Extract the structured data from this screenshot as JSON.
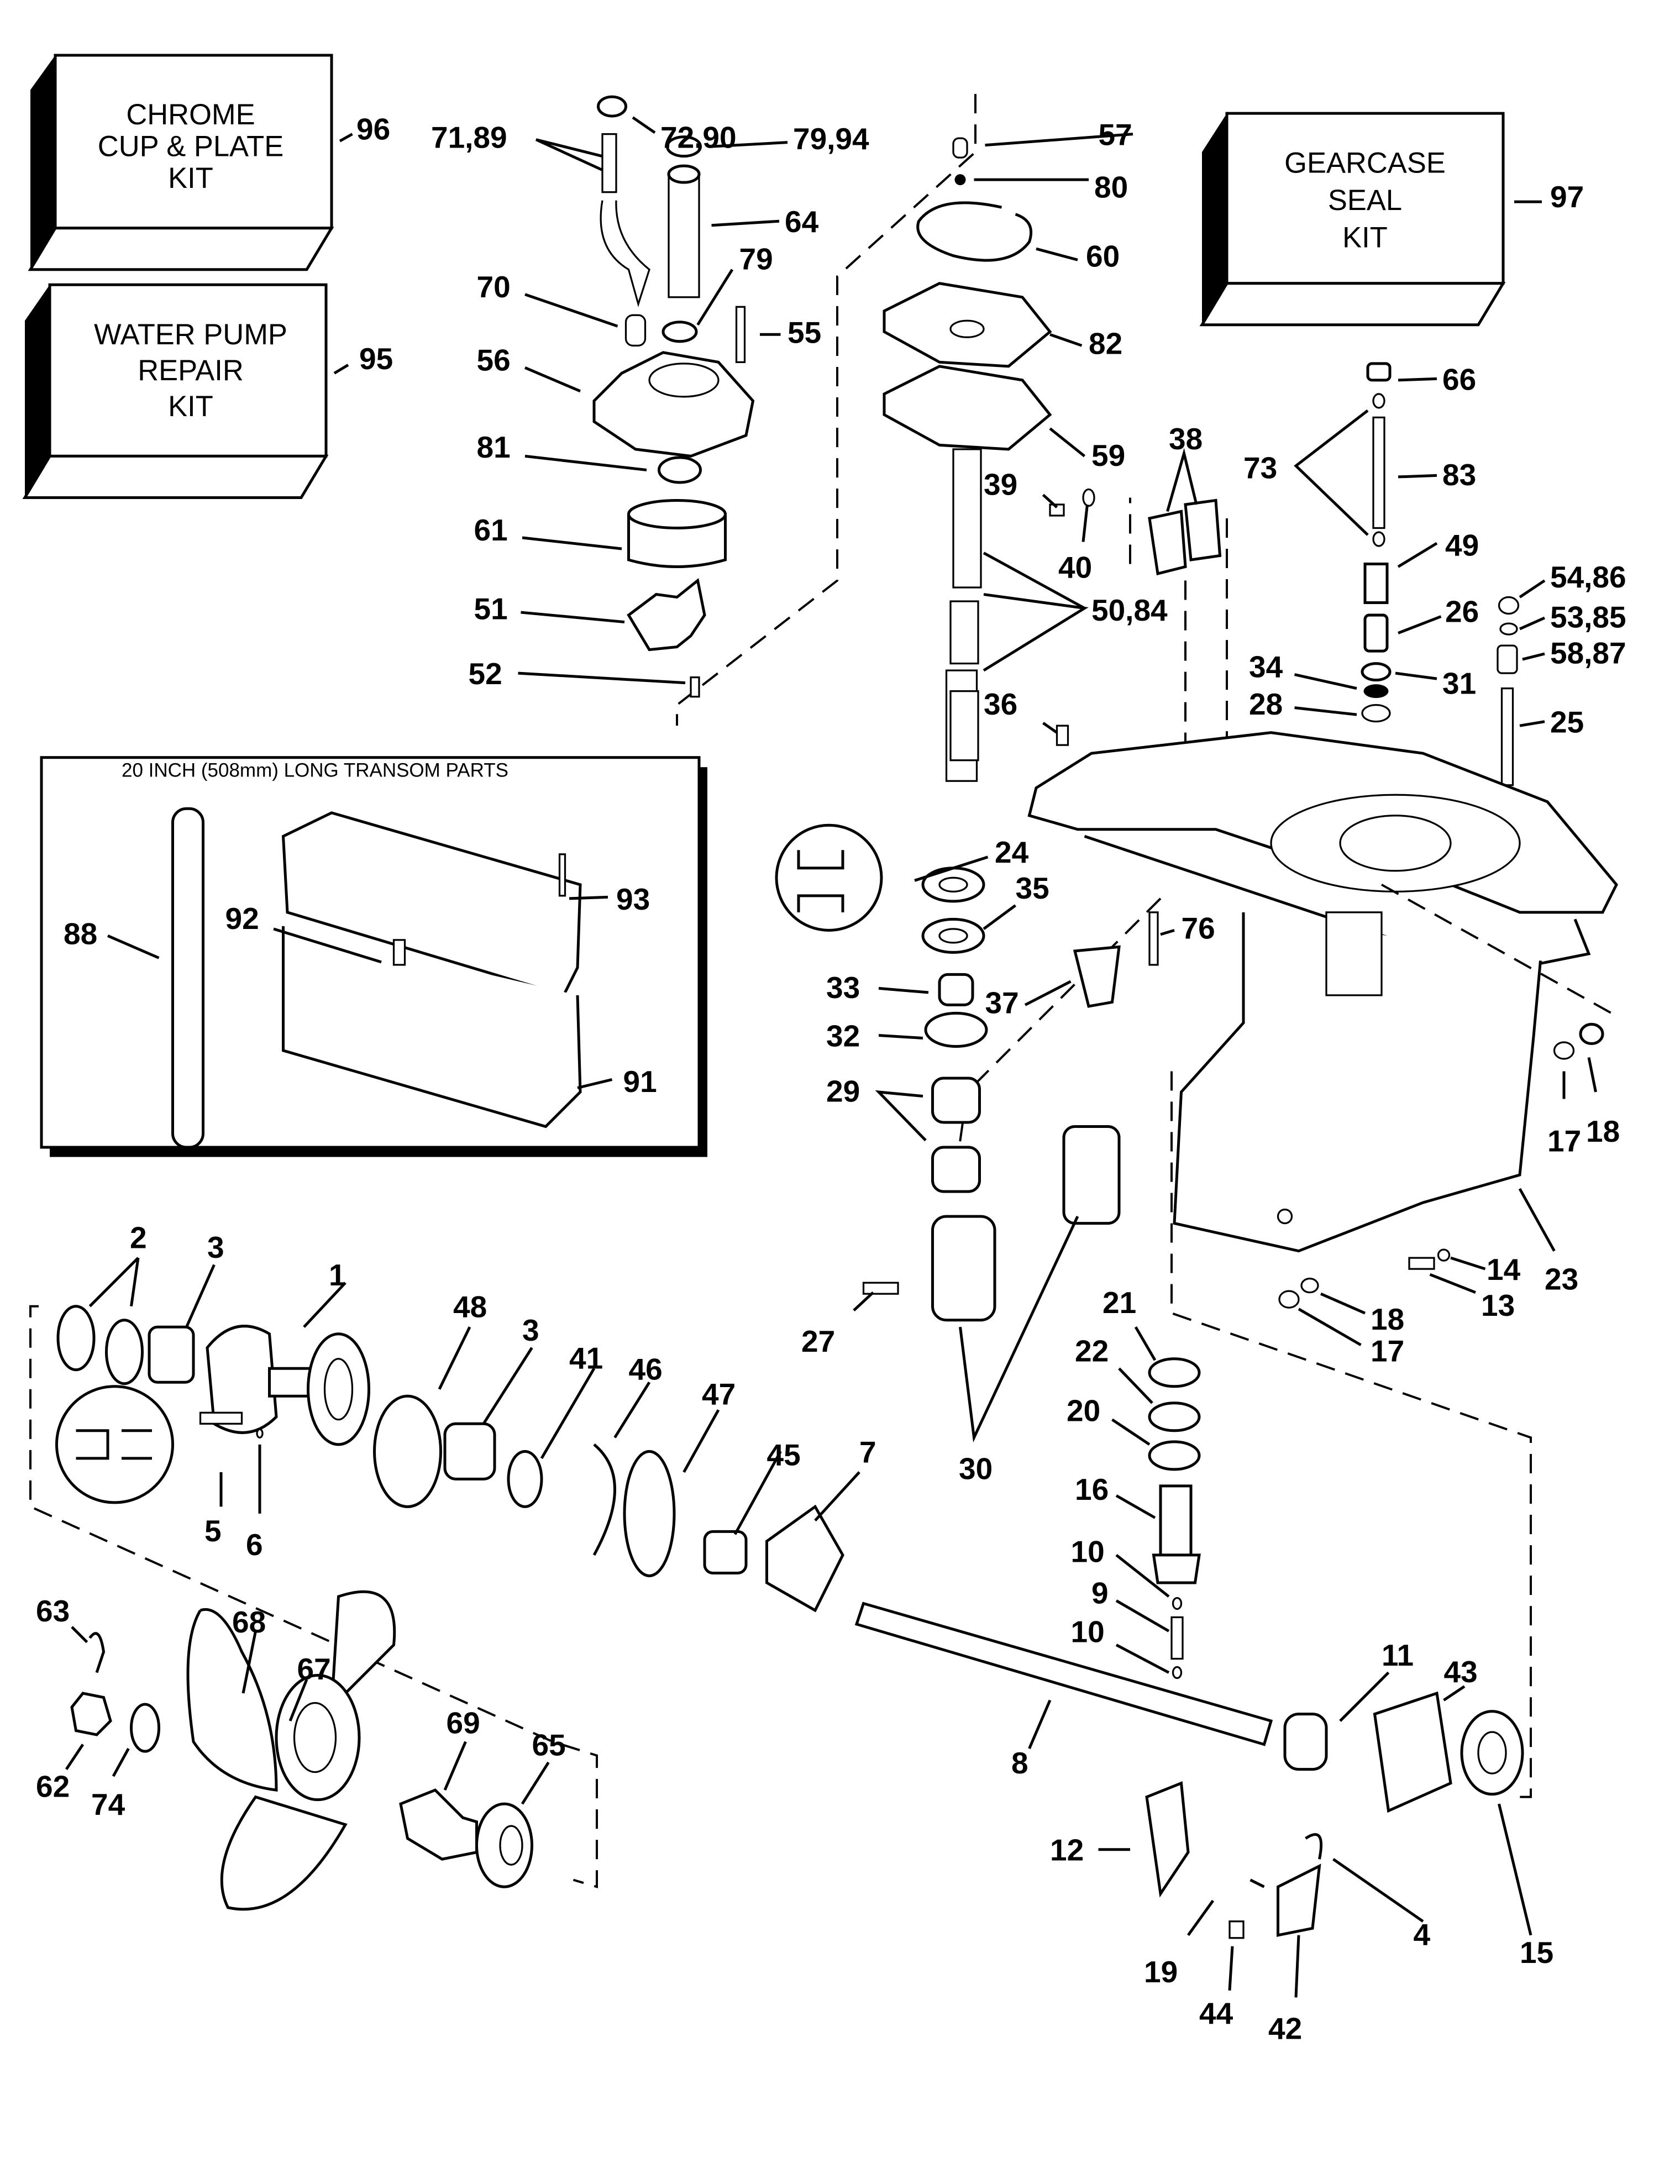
{
  "kits": [
    {
      "id": "chrome-cup-plate-kit",
      "lines": [
        "CHROME",
        "CUP & PLATE",
        "KIT"
      ],
      "ref": "96"
    },
    {
      "id": "water-pump-repair-kit",
      "lines": [
        "WATER PUMP",
        "REPAIR",
        "KIT"
      ],
      "ref": "95"
    },
    {
      "id": "gearcase-seal-kit",
      "lines": [
        "GEARCASE",
        "SEAL",
        "KIT"
      ],
      "ref": "97"
    }
  ],
  "inset": {
    "title": "20 INCH (508mm) LONG TRANSOM PARTS",
    "labels": [
      "88",
      "92",
      "93",
      "91"
    ]
  },
  "callouts": {
    "c72_90": "72,90",
    "c71_89": "71,89",
    "c79_94": "79,94",
    "c64": "64",
    "c79": "79",
    "c70": "70",
    "c55": "55",
    "c56": "56",
    "c81": "81",
    "c61": "61",
    "c51": "51",
    "c52": "52",
    "c57": "57",
    "c80": "80",
    "c60": "60",
    "c82": "82",
    "c59": "59",
    "c39": "39",
    "c40": "40",
    "c38": "38",
    "c50_84": "50,84",
    "c36": "36",
    "c66": "66",
    "c73": "73",
    "c83": "83",
    "c49": "49",
    "c54_86": "54,86",
    "c26": "26",
    "c53_85": "53,85",
    "c34": "34",
    "c31": "31",
    "c58_87": "58,87",
    "c28": "28",
    "c25": "25",
    "c24": "24",
    "c35": "35",
    "c76": "76",
    "c33": "33",
    "c37": "37",
    "c32": "32",
    "c29": "29",
    "c17a": "17",
    "c18a": "18",
    "c23": "23",
    "c14": "14",
    "c13": "13",
    "c18b": "18",
    "c17b": "17",
    "c27": "27",
    "c30": "30",
    "c21": "21",
    "c22": "22",
    "c20": "20",
    "c16": "16",
    "c10a": "10",
    "c9": "9",
    "c10b": "10",
    "c2": "2",
    "c3a": "3",
    "c1": "1",
    "c48": "48",
    "c3b": "3",
    "c41": "41",
    "c46": "46",
    "c47": "47",
    "c45": "45",
    "c7": "7",
    "c5": "5",
    "c6": "6",
    "c63": "63",
    "c68": "68",
    "c67": "67",
    "c69": "69",
    "c65": "65",
    "c62": "62",
    "c74": "74",
    "c8": "8",
    "c11": "11",
    "c43": "43",
    "c12": "12",
    "c4": "4",
    "c15": "15",
    "c19": "19",
    "c44": "44",
    "c42": "42"
  }
}
